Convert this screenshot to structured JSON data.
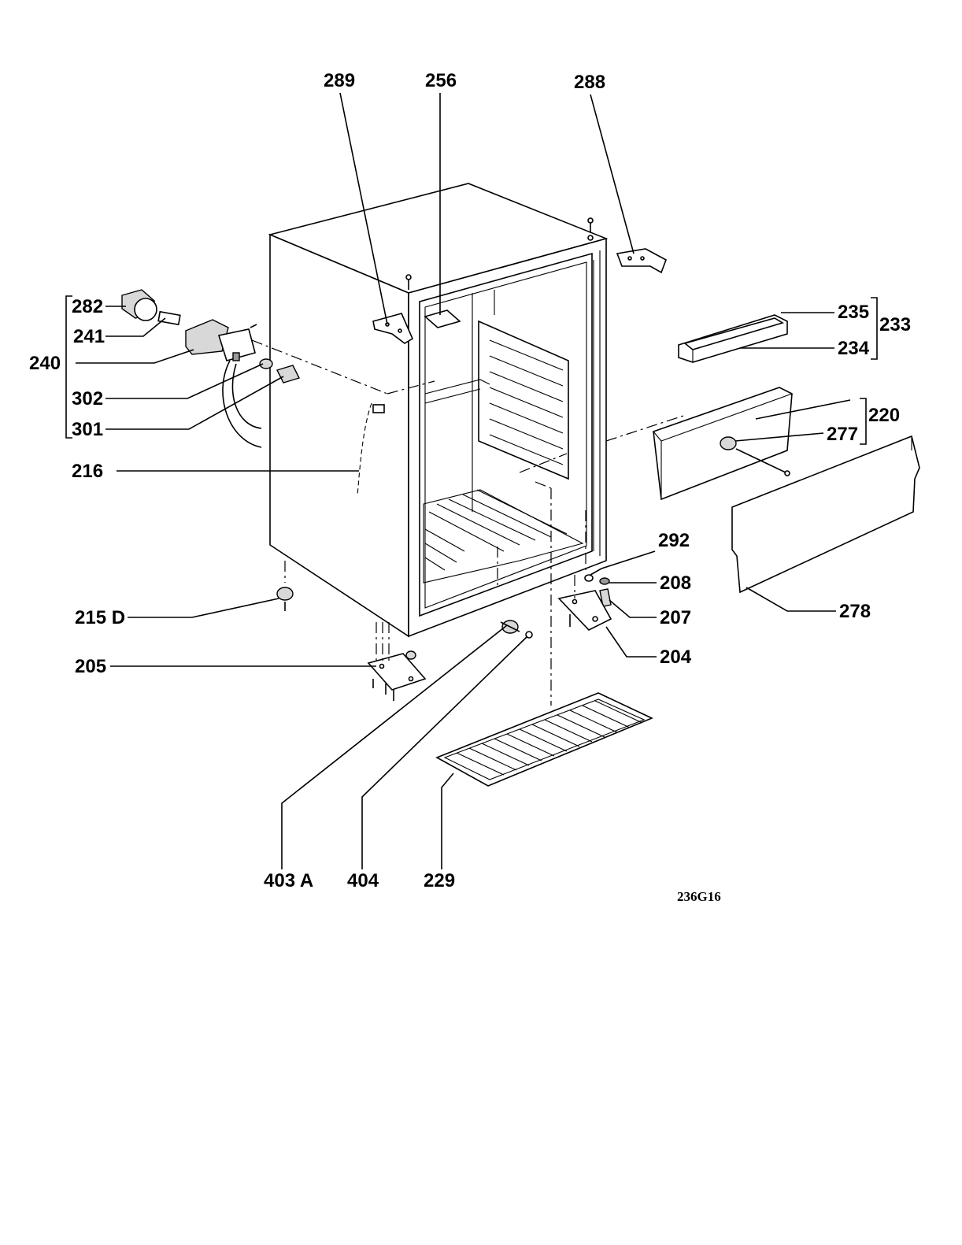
{
  "labels": {
    "l289": "289",
    "l256": "256",
    "l288": "288",
    "l282": "282",
    "l241": "241",
    "l240": "240",
    "l302": "302",
    "l301": "301",
    "l216": "216",
    "l235": "235",
    "l234": "234",
    "l233": "233",
    "l220": "220",
    "l277": "277",
    "l292": "292",
    "l208": "208",
    "l207": "207",
    "l204": "204",
    "l278": "278",
    "l215d": "215 D",
    "l205": "205",
    "l403a": "403 A",
    "l404": "404",
    "l229": "229"
  },
  "drawing_code": "236G16"
}
